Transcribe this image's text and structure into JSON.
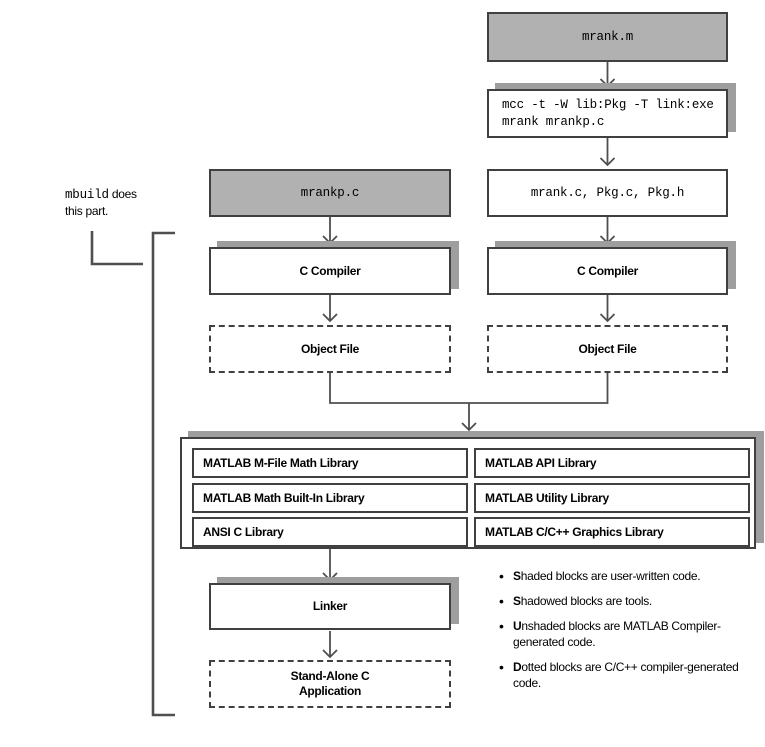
{
  "colors": {
    "border": "#404040",
    "line": "#4f4f4f",
    "shadow": "#9e9e9e",
    "shaded_fill": "#b1b1b1"
  },
  "diagram": {
    "annotation": {
      "code": "mbuild",
      "rest": "does",
      "line2": "this part."
    },
    "nodes": {
      "mrank_m": {
        "label": "mrank.m"
      },
      "mcc_command": {
        "line1": "mcc -t -W lib:Pkg -T link:exe",
        "line2": "mrank mrankp.c"
      },
      "generated_files": {
        "label": "mrank.c, Pkg.c, Pkg.h"
      },
      "mrankp_c": {
        "label": "mrankp.c"
      },
      "c_compiler_left": {
        "label": "C Compiler"
      },
      "c_compiler_right": {
        "label": "C Compiler"
      },
      "object_file_left": {
        "label": "Object File"
      },
      "object_file_right": {
        "label": "Object File"
      },
      "linker": {
        "label": "Linker"
      },
      "standalone_app": {
        "line1": "Stand-Alone C",
        "line2": "Application"
      }
    },
    "libraries": {
      "left_column": [
        "MATLAB M-File Math Library",
        "MATLAB Math Built-In Library",
        "ANSI C Library"
      ],
      "right_column": [
        "MATLAB API Library",
        "MATLAB Utility Library",
        "MATLAB C/C++ Graphics Library"
      ]
    },
    "legend": {
      "items": [
        "Shaded blocks are user-written code.",
        "Shadowed blocks are tools.",
        "Unshaded blocks are MATLAB Compiler-generated code.",
        "Dotted blocks are C/C++ compiler-generated code."
      ]
    }
  }
}
